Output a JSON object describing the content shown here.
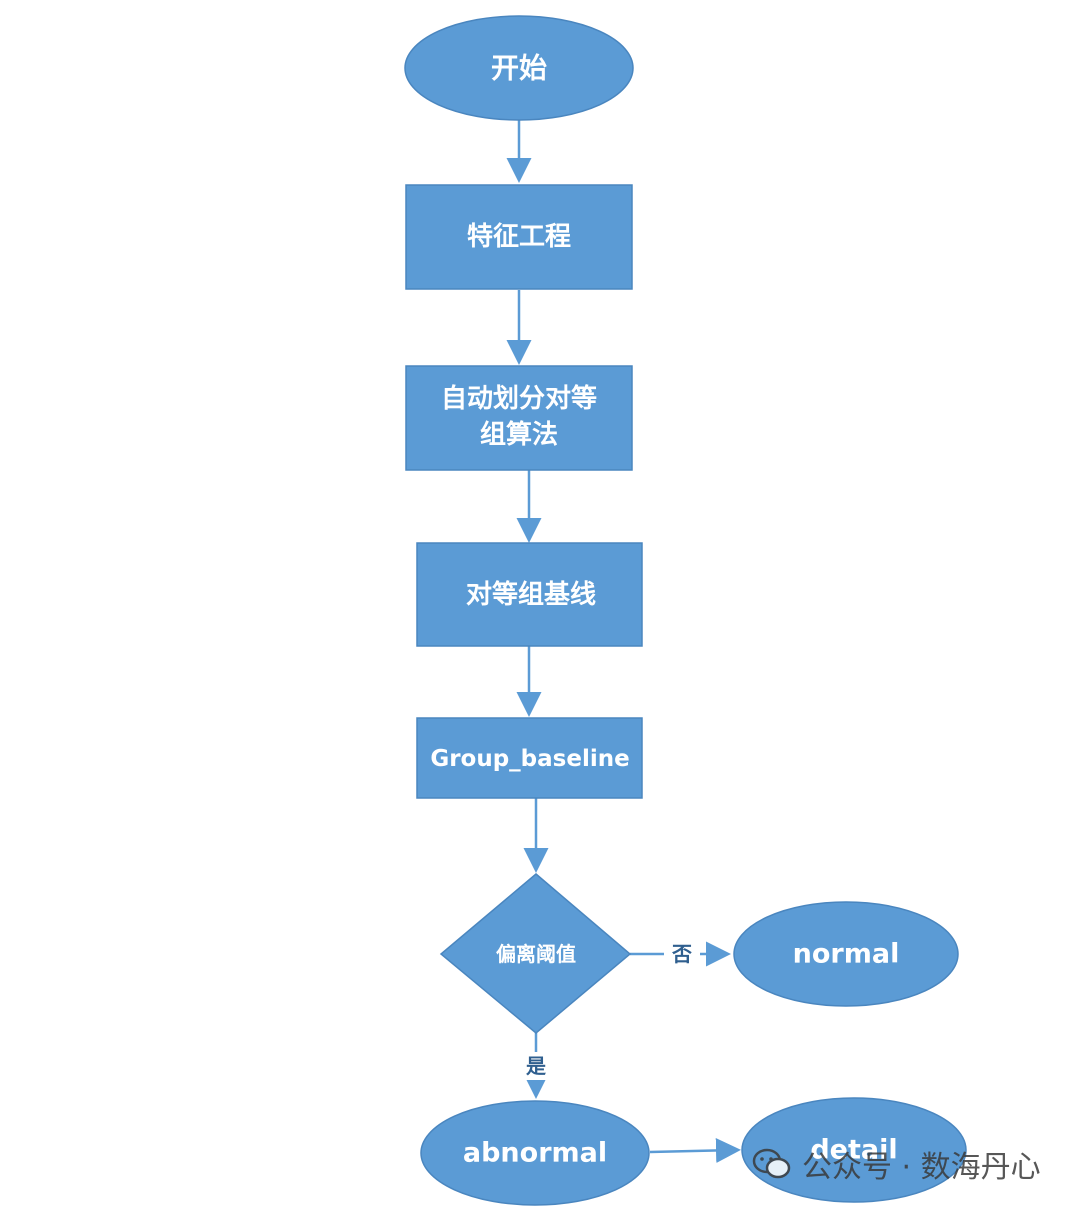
{
  "diagram": {
    "nodes": {
      "start": "开始",
      "feature_engineering": "特征工程",
      "auto_partition_line1": "自动划分对等",
      "auto_partition_line2": "组算法",
      "peer_group_baseline": "对等组基线",
      "group_baseline": "Group_baseline",
      "deviation_threshold": "偏离阈值",
      "normal": "normal",
      "abnormal": "abnormal",
      "detail": "detail"
    },
    "edge_labels": {
      "no": "否",
      "yes": "是"
    }
  },
  "watermark": {
    "label": "公众号 · 数海丹心"
  },
  "colors": {
    "node_fill": "#5b9bd5",
    "edge": "#5b9bd5",
    "text": "#ffffff"
  }
}
